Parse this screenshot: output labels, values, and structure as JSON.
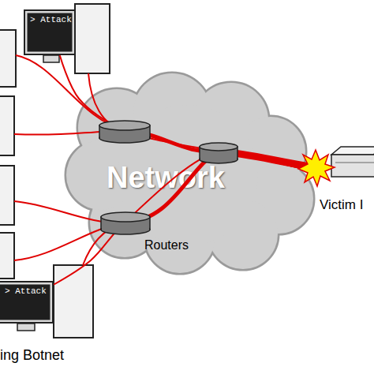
{
  "diagram": {
    "nodes": [
      {
        "text": [
          "Network"
        ]
      },
      {
        "text": [
          "> Attack"
        ]
      },
      {
        "text": [
          "> Attack"
        ]
      },
      {
        "text": [
          "Victim I"
        ]
      }
    ],
    "edges": [
      {
        "from": 1,
        "to": 3,
        "arrow": "none"
      },
      {
        "from": 2,
        "to": 3,
        "arrow": "none"
      }
    ],
    "labels": [
      "Routers",
      "ing Botnet"
    ]
  }
}
